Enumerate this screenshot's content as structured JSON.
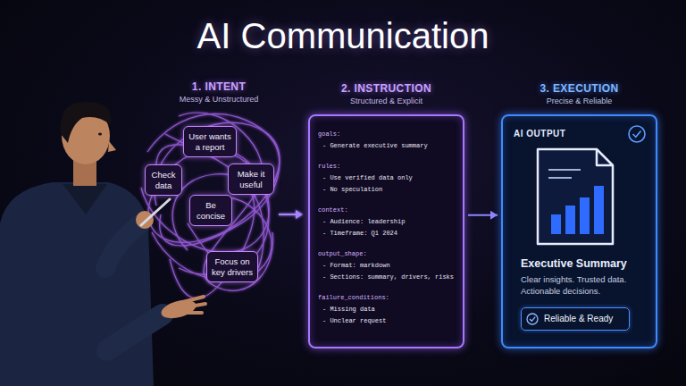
{
  "diagram": {
    "title": "AI Communication",
    "nodes": [
      {
        "text": [
          "User wants a report"
        ]
      },
      {
        "text": [
          "Check data"
        ]
      },
      {
        "text": [
          "Make it useful"
        ]
      },
      {
        "text": [
          "Be concise"
        ]
      },
      {
        "text": [
          "Focus on key drivers"
        ]
      },
      {
        "text": [
          "2. INSTRUCTION",
          "Structured & Explicit",
          "goals:",
          "- Generate executive summary",
          "rules:",
          "- Use verified data only",
          "- No speculation",
          "context:",
          "- Audience: leadership",
          "- Timeframe: Q1 2024",
          "output_shape:",
          "- Format: markdown",
          "- Sections: summary, drivers, risks",
          "failure_conditions:",
          "- Missing data",
          "- Unclear request"
        ]
      },
      {
        "text": [
          "3. EXECUTION",
          "Precise & Reliable",
          "AI OUTPUT",
          "Executive Summary",
          "Clear insights. Trusted data. Actionable decisions."
        ]
      },
      {
        "text": [
          "Reliable & Ready"
        ],
        "in": 6
      }
    ],
    "edges": [
      {
        "from": 5,
        "to": 6,
        "arrow": "to"
      }
    ],
    "labels": [
      "1. INTENT",
      "Messy & Unstructured"
    ]
  }
}
